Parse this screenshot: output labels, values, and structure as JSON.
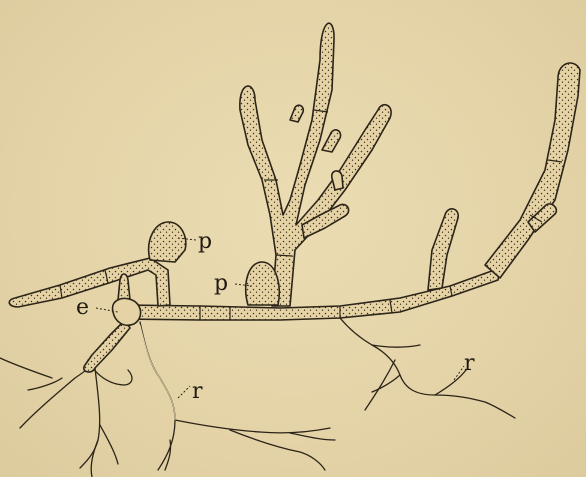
{
  "labels": {
    "p_upper": "p",
    "p_lower": "p",
    "e": "e",
    "r_left": "r",
    "r_right": "r"
  },
  "colors": {
    "paper": "#e6d6ac",
    "ink": "#2b2418",
    "filament_fill": "#e5d3a5"
  }
}
